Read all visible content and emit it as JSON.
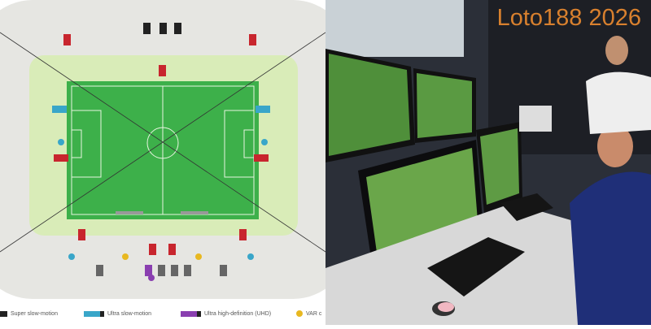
{
  "watermark": "Loto188 2026",
  "legend": {
    "super_slow": "Super slow-motion",
    "ultra_slow": "Ultra slow-motion",
    "uhd": "Ultra high-definition (UHD)",
    "var": "VAR c"
  },
  "colors": {
    "pitch": "#3db04a",
    "surround": "#d9ecb8",
    "stand": "#e6e6e2",
    "super_slow_camera": "#c8262e",
    "ultra_slow_camera": "#39a6c9",
    "uhd_camera": "#8a3fb0",
    "var_camera": "#e8b820",
    "watermark": "#e8892f"
  }
}
